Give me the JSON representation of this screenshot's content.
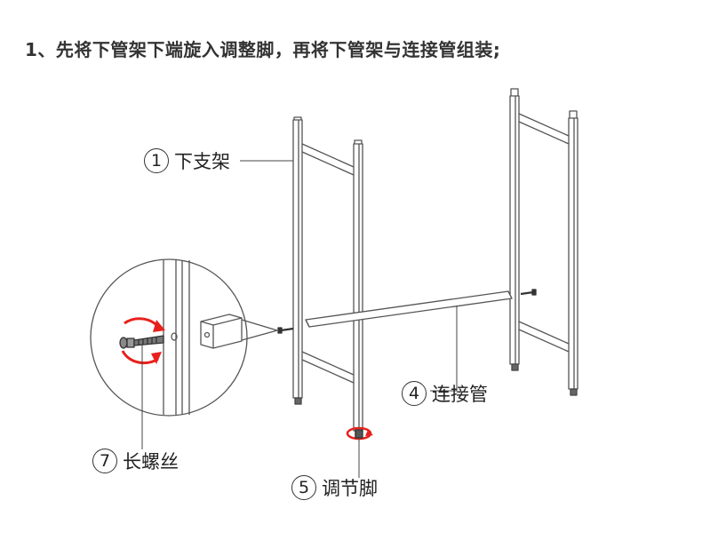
{
  "heading": "1、先将下管架下端旋入调整脚，再将下管架与连接管组装;",
  "callouts": [
    {
      "number": "1",
      "label": "下支架"
    },
    {
      "number": "4",
      "label": "连接管"
    },
    {
      "number": "5",
      "label": "调节脚"
    },
    {
      "number": "7",
      "label": "长螺丝"
    }
  ],
  "colors": {
    "line": "#555555",
    "rotation_arrow": "#e8201c",
    "text": "#222222"
  }
}
